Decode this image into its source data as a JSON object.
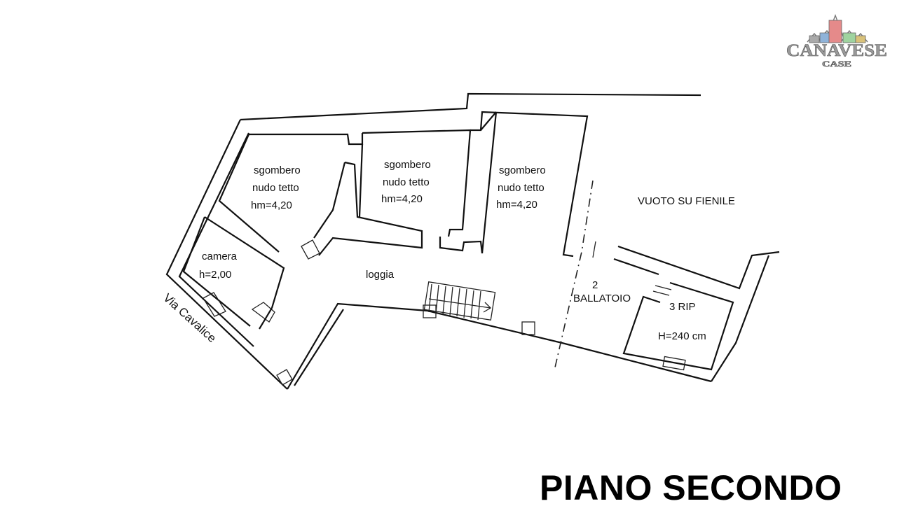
{
  "logo": {
    "brand": "CANAVESE",
    "sub": "CASE",
    "house_colors": [
      "#a9a9a9",
      "#8fb3d9",
      "#e58a8a",
      "#9fd39f",
      "#d9c27a"
    ]
  },
  "plan": {
    "rooms": [
      {
        "id": "sgombero-1",
        "lines": [
          "sgombero",
          "nudo tetto",
          "hm=4,20"
        ]
      },
      {
        "id": "sgombero-2",
        "lines": [
          "sgombero",
          "nudo tetto",
          "hm=4,20"
        ]
      },
      {
        "id": "sgombero-3",
        "lines": [
          "sgombero",
          "nudo tetto",
          "hm=4,20"
        ]
      },
      {
        "id": "camera",
        "lines": [
          "camera",
          "h=2,00"
        ]
      },
      {
        "id": "loggia",
        "lines": [
          "loggia"
        ]
      },
      {
        "id": "ballatoio",
        "lines": [
          "2",
          "BALLATOIO"
        ]
      },
      {
        "id": "ripostiglio",
        "lines": [
          "3 RIP",
          "H=240 cm"
        ]
      }
    ],
    "void_label": "VUOTO SU FIENILE",
    "street": "Via Cavalice"
  },
  "title": "PIANO SECONDO"
}
